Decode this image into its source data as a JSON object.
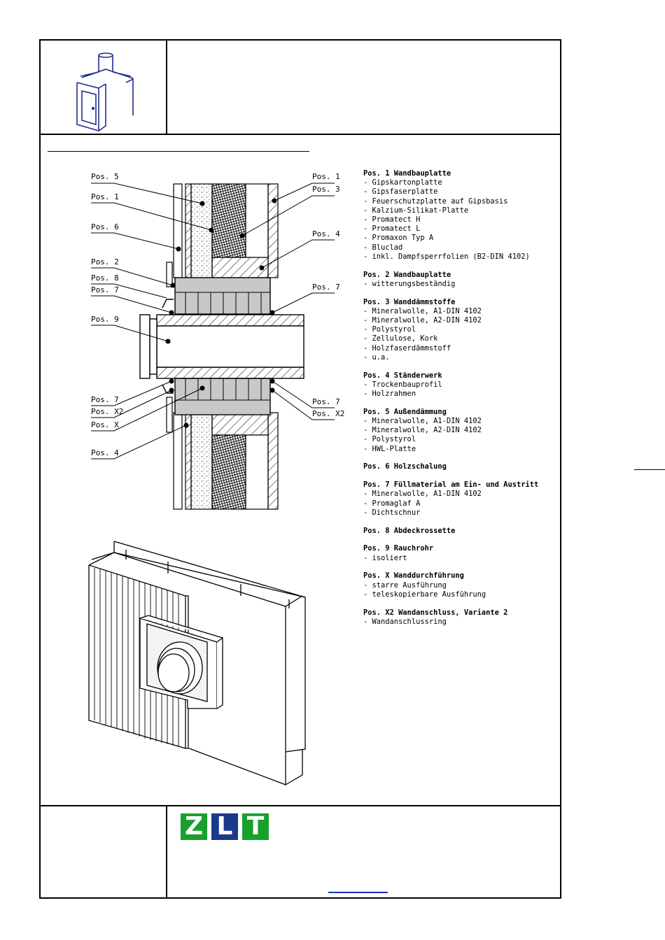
{
  "colors": {
    "logo_blue": "#1f2f8c",
    "zlt_green": "#18a02c",
    "zlt_navy": "#1a3a8a",
    "link_blue": "#1a33b8"
  },
  "header": {
    "logo_icon": "chimney-house-icon"
  },
  "diagram": {
    "labels_left": [
      {
        "id": "l5",
        "text": "Pos. 5"
      },
      {
        "id": "l1",
        "text": "Pos. 1"
      },
      {
        "id": "l6",
        "text": "Pos. 6"
      },
      {
        "id": "l2",
        "text": "Pos. 2"
      },
      {
        "id": "l8",
        "text": "Pos. 8"
      },
      {
        "id": "l7a",
        "text": "Pos. 7"
      },
      {
        "id": "l9",
        "text": "Pos. 9"
      },
      {
        "id": "l7b",
        "text": "Pos. 7"
      },
      {
        "id": "lx2",
        "text": "Pos. X2"
      },
      {
        "id": "lx",
        "text": "Pos. X"
      },
      {
        "id": "l4b",
        "text": "Pos. 4"
      }
    ],
    "labels_right": [
      {
        "id": "r1",
        "text": "Pos. 1"
      },
      {
        "id": "r3",
        "text": "Pos. 3"
      },
      {
        "id": "r4",
        "text": "Pos. 4"
      },
      {
        "id": "r7a",
        "text": "Pos. 7"
      },
      {
        "id": "r7b",
        "text": "Pos. 7"
      },
      {
        "id": "rx2",
        "text": "Pos. X2"
      }
    ]
  },
  "legend": [
    {
      "title": "Pos. 1 Wandbauplatte",
      "items": [
        "- Gipskartonplatte",
        "- Gipsfaserplatte",
        "- Feuerschutzplatte auf Gipsbasis",
        "- Kalzium-Silikat-Platte",
        "- Promatect H",
        "- Promatect L",
        "- Promaxon Typ A",
        "- Bluclad",
        "- inkl. Dampfsperrfolien (B2-DIN 4102)"
      ]
    },
    {
      "title": "Pos. 2 Wandbauplatte",
      "items": [
        "- witterungsbeständig"
      ]
    },
    {
      "title": "Pos. 3 Wanddämmstoffe",
      "items": [
        "- Mineralwolle, A1-DIN 4102",
        "- Mineralwolle, A2-DIN 4102",
        "- Polystyrol",
        "- Zellulose, Kork",
        "- Holzfaserdämmstoff",
        "- u.a."
      ]
    },
    {
      "title": "Pos. 4 Ständerwerk",
      "items": [
        "- Trockenbauprofil",
        "- Holzrahmen"
      ]
    },
    {
      "title": "Pos. 5 Außendämmung",
      "items": [
        "- Mineralwolle, A1-DIN 4102",
        "- Mineralwolle, A2-DIN 4102",
        "- Polystyrol",
        "- HWL-Platte"
      ]
    },
    {
      "title": "Pos. 6 Holzschalung",
      "items": []
    },
    {
      "title": "Pos. 7 Füllmaterial am Ein- und Austritt",
      "items": [
        "- Mineralwolle, A1-DIN 4102",
        "- Promaglaf A",
        "- Dichtschnur"
      ]
    },
    {
      "title": "Pos. 8 Abdeckrossette",
      "items": []
    },
    {
      "title": "Pos. 9 Rauchrohr",
      "items": [
        "- isoliert"
      ]
    },
    {
      "title": "Pos. X Wanddurchführung",
      "items": [
        "- starre Ausführung",
        "- teleskopierbare Ausführung"
      ]
    },
    {
      "title": "Pos. X2 Wandanschluss, Variante 2",
      "items": [
        "- Wandanschlussring"
      ]
    }
  ],
  "footer": {
    "logo_letters": [
      "Z",
      "L",
      "T"
    ]
  }
}
